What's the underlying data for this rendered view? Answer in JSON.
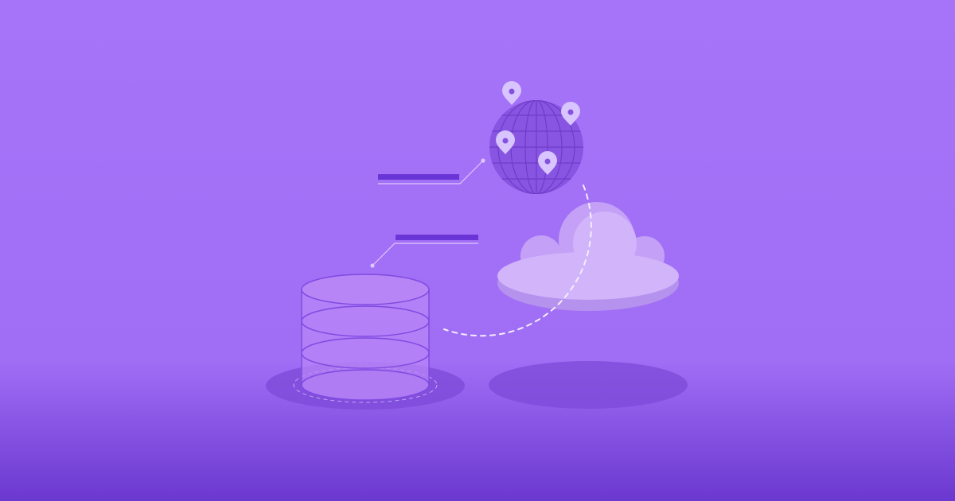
{
  "colors": {
    "background_top": "#a674f8",
    "background_mid": "#a06ef5",
    "background_bottom": "#6b38d0",
    "accent_bar": "#6a35d6",
    "line_light": "#ddc7ff",
    "pin": "#d8c4ff",
    "globe": "#8450de",
    "globe_grid": "#6d3cc8",
    "cloud_light": "#d1b4fa",
    "cloud_back": "#c4a1f6",
    "cloud_shadow": "#b592ee",
    "floor_shadow": "#7c4ad8",
    "database_fill": "#b885f7",
    "database_stroke": "#7f49e0"
  },
  "icons": {
    "globe": "globe-icon",
    "pin": "location-pin-icon",
    "cloud": "cloud-icon",
    "database": "database-icon",
    "path": "dashed-arc"
  },
  "scene": {
    "pins_count": 4,
    "callout_lines_count": 2
  }
}
